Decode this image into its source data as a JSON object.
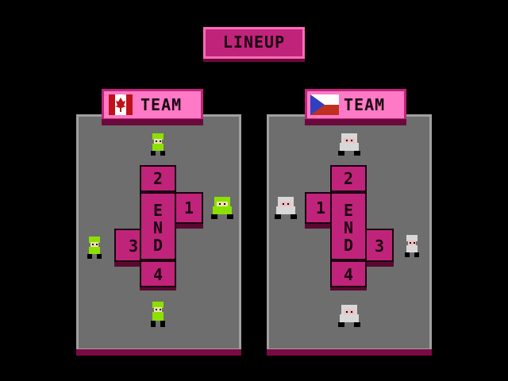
{
  "screen": {
    "title": "LINEUP"
  },
  "teams": [
    {
      "side": "left",
      "label": "TEAM",
      "flag": "canada-flag",
      "player_color": "#8ce000",
      "positions": [
        "2",
        "1",
        "3",
        "4"
      ],
      "end_label": "END"
    },
    {
      "side": "right",
      "label": "TEAM",
      "flag": "czech-flag",
      "player_color": "#d8d8d8",
      "positions": [
        "2",
        "1",
        "3",
        "4"
      ],
      "end_label": "END"
    }
  ],
  "colors": {
    "plate": "#c0247a",
    "plate_light": "#ff7ac6",
    "rink": "#6e6e6e"
  }
}
